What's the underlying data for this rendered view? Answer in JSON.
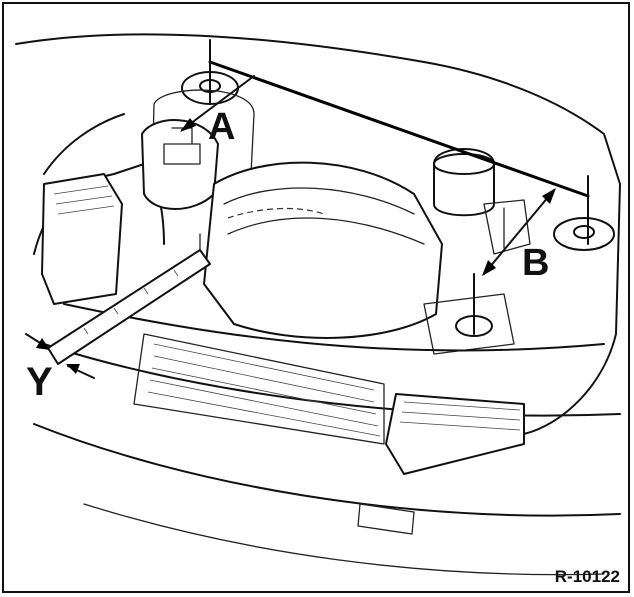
{
  "figure": {
    "labels": {
      "a": "A",
      "b": "B",
      "y": "Y"
    },
    "reference_code": "R-10122"
  }
}
